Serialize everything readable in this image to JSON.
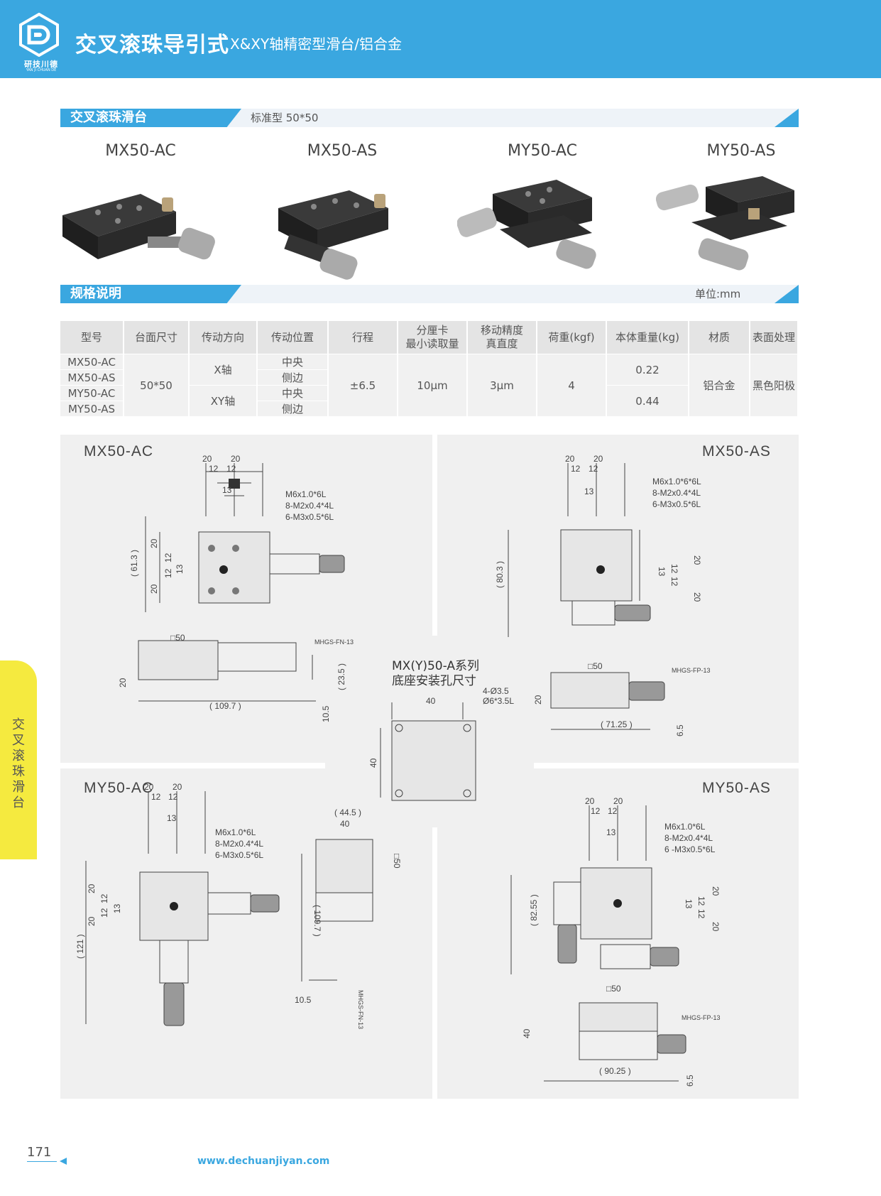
{
  "header": {
    "logo_text": "研技川德",
    "logo_sub": "YAN JI CHUAN DE",
    "title": "交叉滚珠导引式",
    "subtitle": "X&XY轴精密型滑台/铝合金",
    "color": "#3aa7e0"
  },
  "section1": {
    "label": "交叉滚珠滑台",
    "aside": "标准型 50*50"
  },
  "products": [
    "MX50-AC",
    "MX50-AS",
    "MY50-AC",
    "MY50-AS"
  ],
  "section2": {
    "label": "规格说明",
    "aside": "单位:mm"
  },
  "spec_table": {
    "headers": [
      "型号",
      "台面尺寸",
      "传动方向",
      "传动位置",
      "行程",
      "分厘卡\n最小读取量",
      "移动精度\n真直度",
      "荷重(kgf)",
      "本体重量(kg)",
      "材质",
      "表面处理"
    ],
    "models": [
      "MX50-AC",
      "MX50-AS",
      "MY50-AC",
      "MY50-AS"
    ],
    "table_size": "50*50",
    "dir_x": "X轴",
    "dir_xy": "XY轴",
    "positions": [
      "中央",
      "侧边",
      "中央",
      "侧边"
    ],
    "stroke": "±6.5",
    "reading": "10μm",
    "accuracy": "3μm",
    "load": "4",
    "weight_x": "0.22",
    "weight_xy": "0.44",
    "material": "铝合金",
    "finish": "黑色阳极"
  },
  "drawings": {
    "mx50ac": {
      "title": "MX50-AC",
      "dims": [
        "20",
        "20",
        "12",
        "12",
        "13",
        "M6x1.0*6L",
        "8-M2x0.4*4L",
        "6-M3x0.5*6L",
        "( 61.3 )",
        "20",
        "12",
        "12",
        "13",
        "20",
        "□50",
        "MHGS-FN-13",
        "20",
        "( 23.5 )",
        "( 109.7 )",
        "10.5"
      ]
    },
    "mx50as": {
      "title": "MX50-AS",
      "dims": [
        "20",
        "20",
        "12",
        "12",
        "13",
        "M6x1.0*6*6L",
        "8-M2x0.4*4L",
        "6-M3x0.5*6L",
        "( 80.3 )",
        "20",
        "12",
        "12",
        "13",
        "20",
        "□50",
        "MHGS-FP-13",
        "20",
        "( 71.25 )",
        "6.5"
      ]
    },
    "series": {
      "title": "MX(Y)50-A系列",
      "subtitle": "底座安装孔尺寸",
      "dims": [
        "4-Ø3.5",
        "Ø6*3.5L",
        "40",
        "40"
      ]
    },
    "my50ac": {
      "title": "MY50-AC",
      "dims": [
        "20",
        "20",
        "12",
        "12",
        "13",
        "M6x1.0*6L",
        "8-M2x0.4*4L",
        "6-M3x0.5*6L",
        "20",
        "12",
        "12",
        "13",
        "20",
        "( 121 )",
        "( 44.5 )",
        "40",
        "□50",
        "( 109.7 )",
        "10.5",
        "MHGS-FN-13"
      ]
    },
    "my50as": {
      "title": "MY50-AS",
      "dims": [
        "20",
        "20",
        "12",
        "12",
        "13",
        "M6x1.0*6L",
        "8-M2x0.4*4L",
        "6 -M3x0.5*6L",
        "( 82.55 )",
        "20",
        "12",
        "12",
        "13",
        "20",
        "□50",
        "MHGS-FP-13",
        "40",
        "( 90.25 )",
        "6.5"
      ]
    }
  },
  "side_tab": "交叉滚珠滑台",
  "footer": {
    "page": "171",
    "website": "www.dechuanjiyan.com"
  }
}
